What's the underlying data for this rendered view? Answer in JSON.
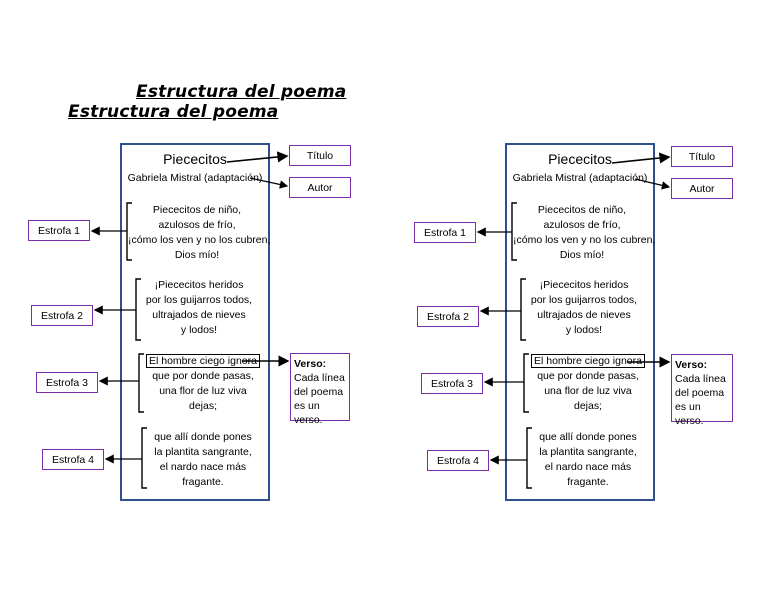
{
  "heading_1": "Estructura del poema",
  "heading_2": "Estructura del poema",
  "poem": {
    "title": "Piececitos",
    "author": "Gabriela Mistral (adaptación)",
    "stanza1": [
      "Piececitos de niño,",
      "azulosos de frío,",
      "¡cómo los ven y no los cubren,",
      "Dios mío!"
    ],
    "stanza2": [
      "¡Piececitos heridos",
      "por los guijarros todos,",
      "ultrajados de nieves",
      "y lodos!"
    ],
    "stanza3": [
      "El hombre ciego ignora",
      "que por donde pasas,",
      "una flor de luz viva",
      "dejas;"
    ],
    "stanza4": [
      "que allí donde pones",
      "la plantita sangrante,",
      "el nardo nace más",
      "fragante."
    ]
  },
  "labels": {
    "title": "Título",
    "author": "Autor",
    "stanza1": "Estrofa 1",
    "stanza2": "Estrofa 2",
    "stanza3": "Estrofa 3",
    "stanza4": "Estrofa 4",
    "verso_label": "Verso:",
    "verso_text": [
      "Cada línea",
      "del poema",
      "es un verso."
    ]
  }
}
